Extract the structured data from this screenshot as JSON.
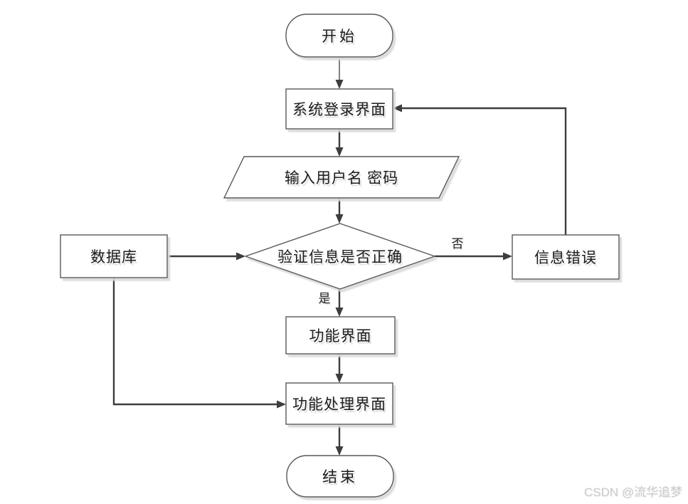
{
  "diagram": {
    "type": "flowchart",
    "nodes": {
      "start": {
        "label": "开始",
        "shape": "terminator"
      },
      "login": {
        "label": "系统登录界面",
        "shape": "process"
      },
      "input": {
        "label": "输入用户名 密码",
        "shape": "data-parallelogram"
      },
      "verify": {
        "label": "验证信息是否正确",
        "shape": "decision-diamond"
      },
      "database": {
        "label": "数据库",
        "shape": "process"
      },
      "error": {
        "label": "信息错误",
        "shape": "process"
      },
      "func": {
        "label": "功能界面",
        "shape": "process"
      },
      "func_process": {
        "label": "功能处理界面",
        "shape": "process"
      },
      "end": {
        "label": "结束",
        "shape": "terminator"
      }
    },
    "edge_labels": {
      "yes": "是",
      "no": "否"
    },
    "edges": [
      {
        "from": "start",
        "to": "login"
      },
      {
        "from": "login",
        "to": "input"
      },
      {
        "from": "input",
        "to": "verify"
      },
      {
        "from": "database",
        "to": "verify"
      },
      {
        "from": "verify",
        "to": "error",
        "label": "否"
      },
      {
        "from": "error",
        "to": "login"
      },
      {
        "from": "verify",
        "to": "func",
        "label": "是"
      },
      {
        "from": "func",
        "to": "func_process"
      },
      {
        "from": "database",
        "to": "func_process"
      },
      {
        "from": "func_process",
        "to": "end"
      }
    ]
  },
  "watermark": "CSDN @流华追梦",
  "colors": {
    "background": "#ffffff",
    "shape_border": "#595959",
    "connector": "#3d3d3d",
    "text": "#1c1c1c",
    "watermark": "#cbcbcb"
  }
}
